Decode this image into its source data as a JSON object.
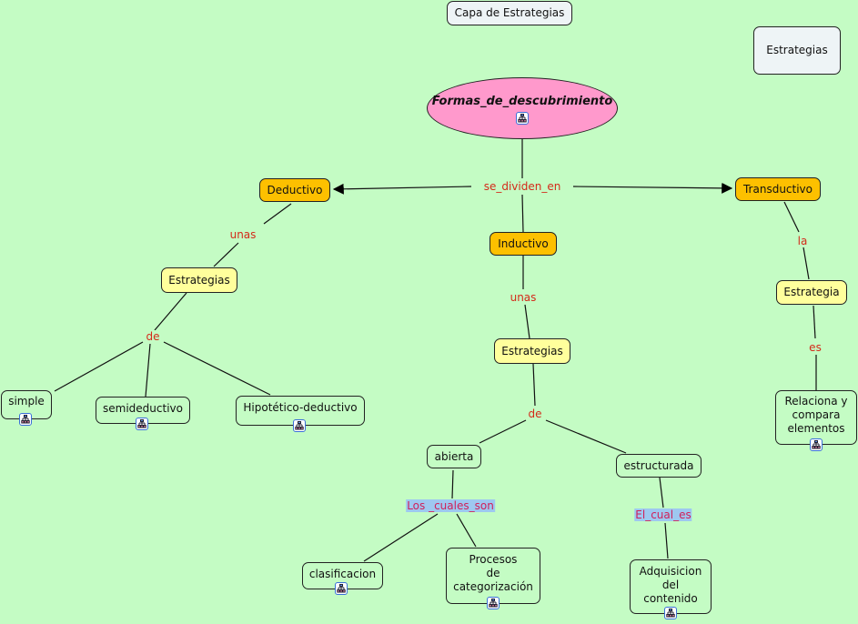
{
  "colors": {
    "background": "#c4fcc4",
    "root": "#ff99cc",
    "level1": "#fdc000",
    "level2": "#ffff9c",
    "leaf": "#c4fcc4",
    "info": "#eef4f6",
    "link_text": "#d42a1a",
    "highlight": "#9ec8f0"
  },
  "header": {
    "layer_title": "Capa de Estrategias",
    "corner_box": "Estrategias"
  },
  "root": {
    "label": "Formas_de_descubrimiento",
    "icon": "submap-icon"
  },
  "linking_phrases": {
    "root_to_types": "se_dividen_en",
    "deductivo_to_estrategias": "unas",
    "deductivo_estrategias_to_list": "de",
    "inductivo_to_estrategias": "unas",
    "inductivo_estrategias_to_list": "de",
    "transductivo_to_estrategia": "la",
    "estrategia_to_desc": "es",
    "abierta_to_list": "Los _cuales_son",
    "estructurada_to_item": "El_cual_es"
  },
  "nodes": {
    "deductivo": "Deductivo",
    "inductivo": "Inductivo",
    "transductivo": "Transductivo",
    "deductivo_estrategias": "Estrategias",
    "inductivo_estrategias": "Estrategias",
    "transductivo_estrategia": "Estrategia",
    "simple": "simple",
    "semideductivo": "semideductivo",
    "hipotetico": "Hipotético-deductivo",
    "abierta": "abierta",
    "estructurada": "estructurada",
    "clasificacion": "clasificacion",
    "procesos": "Procesos\nde\ncategorización",
    "adquisicion": "Adquisicion\ndel\ncontenido",
    "relaciona": "Relaciona y\ncompara\nelementos"
  }
}
